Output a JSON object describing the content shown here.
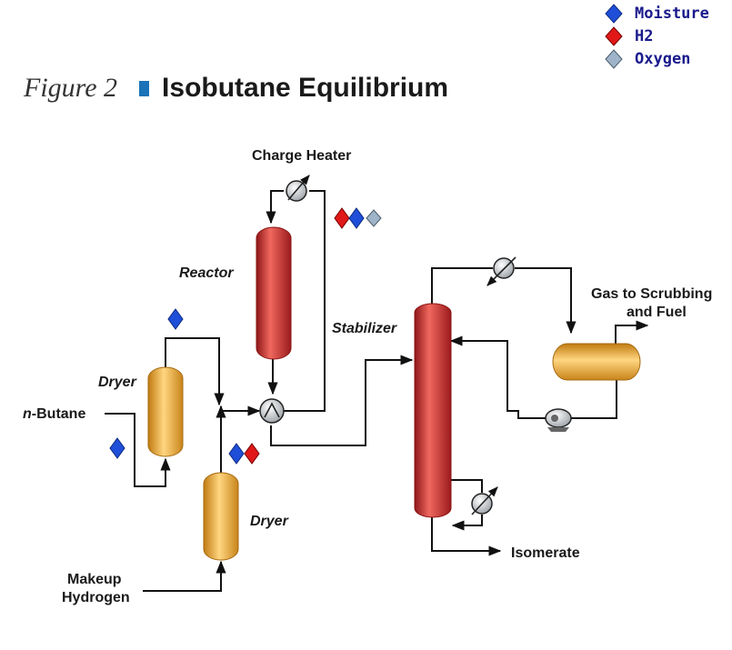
{
  "legend": {
    "items": [
      {
        "label": "Moisture",
        "color": "#1f4fd8"
      },
      {
        "label": "H2",
        "color": "#e01818"
      },
      {
        "label": "Oxygen",
        "color": "#9fb4c8"
      }
    ]
  },
  "header": {
    "figure_label": "Figure 2",
    "title": "Isobutane Equilibrium"
  },
  "labels": {
    "charge_heater": "Charge Heater",
    "reactor": "Reactor",
    "stabilizer": "Stabilizer",
    "gas_line1": "Gas to Scrubbing",
    "gas_line2": "and Fuel",
    "dryer_top": "Dryer",
    "dryer_bottom": "Dryer",
    "n_italic": "n",
    "butane": "-Butane",
    "makeup1": "Makeup",
    "makeup2": "Hydrogen",
    "isomerate": "Isomerate"
  },
  "colors": {
    "vessel_red": "#c8282c",
    "vessel_yellow": "#e8a630",
    "pipe": "#111111"
  }
}
